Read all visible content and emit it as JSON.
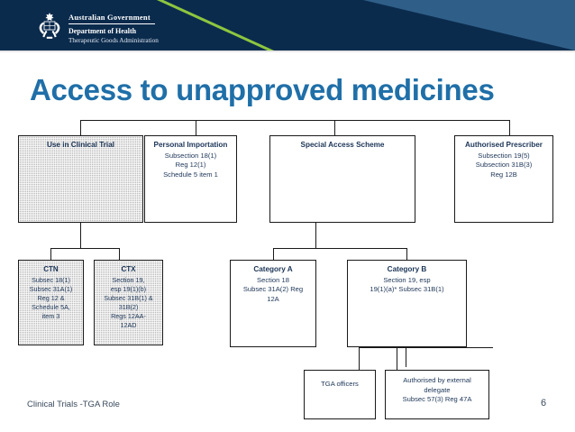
{
  "header": {
    "brand_line1": "Australian Government",
    "brand_line2": "Department of Health",
    "brand_line3": "Therapeutic Goods Administration",
    "crest_label": "australian-coat-of-arms",
    "bg_color": "#0b2b4d",
    "triangle_color": "#2f5f88",
    "accent_color": "#8dc63f"
  },
  "title": "Access to unapproved medicines",
  "title_color": "#1f6fa8",
  "diagram": {
    "row1": [
      {
        "heading": "Use in Clinical Trial",
        "lines": "",
        "shaded": true
      },
      {
        "heading": "Personal Importation",
        "lines": "Subsection 18(1)\nReg 12(1)\nSchedule 5 item 1",
        "shaded": false
      },
      {
        "heading": "Special Access Scheme",
        "lines": "",
        "shaded": false
      },
      {
        "heading": "Authorised Prescriber",
        "lines": "Subsection 19(5)\nSubsection 31B(3)\nReg 12B",
        "shaded": false
      }
    ],
    "row2": [
      {
        "heading": "CTN",
        "lines": "Subsec 18(1)\nSubsec 31A(1)\nReg 12 &\nSchedule 5A,\nitem 3",
        "shaded": true
      },
      {
        "heading": "CTX",
        "lines": "Section 19,\nesp 19(1)(b)\nSubsec 31B(1) &\n31B(2)\nRegs 12AA-\n12AD",
        "shaded": true
      },
      {
        "heading": "Category A",
        "lines": "Section 18\nSubsec 31A(2)  Reg\n12A",
        "shaded": false
      },
      {
        "heading": "Category B",
        "lines": "Section 19, esp\n19(1)(a)* Subsec 31B(1)",
        "shaded": false
      }
    ],
    "row3": [
      {
        "heading": "",
        "lines": "TGA officers",
        "shaded": false
      },
      {
        "heading": "",
        "lines": "Authorised by external\ndelegate\nSubsec 57(3) Reg 47A",
        "shaded": false
      }
    ]
  },
  "footer": {
    "text": "Clinical Trials -TGA Role",
    "page": "6"
  }
}
